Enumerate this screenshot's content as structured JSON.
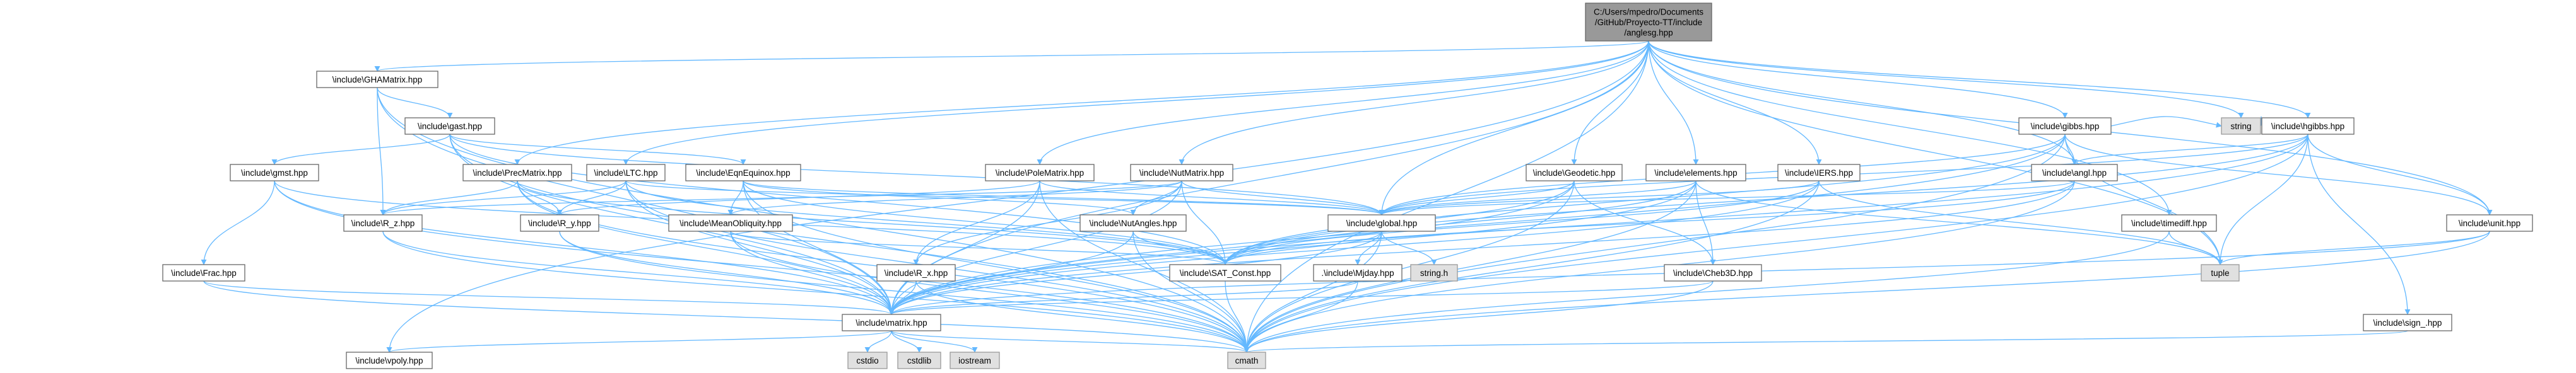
{
  "root": {
    "id": "root",
    "lines": [
      "C:/Users/mpedro/Documents",
      "/GitHub/Proyecto-TT/include",
      "/anglesg.hpp"
    ],
    "style": "root"
  },
  "nodes": [
    {
      "id": "GHAMatrix",
      "lines": [
        "\\include\\GHAMatrix.hpp"
      ]
    },
    {
      "id": "gast",
      "lines": [
        "\\include\\gast.hpp"
      ]
    },
    {
      "id": "gmst",
      "lines": [
        "\\include\\gmst.hpp"
      ]
    },
    {
      "id": "Frac",
      "lines": [
        "\\include\\Frac.hpp"
      ]
    },
    {
      "id": "Rz",
      "lines": [
        "\\include\\R_z.hpp"
      ]
    },
    {
      "id": "PrecMatrix",
      "lines": [
        "\\include\\PrecMatrix.hpp"
      ]
    },
    {
      "id": "Ry",
      "lines": [
        "\\include\\R_y.hpp"
      ]
    },
    {
      "id": "LTC",
      "lines": [
        "\\include\\LTC.hpp"
      ]
    },
    {
      "id": "EqnEquinox",
      "lines": [
        "\\include\\EqnEquinox.hpp"
      ]
    },
    {
      "id": "MeanObliquity",
      "lines": [
        "\\include\\MeanObliquity.hpp"
      ]
    },
    {
      "id": "PoleMatrix",
      "lines": [
        "\\include\\PoleMatrix.hpp"
      ]
    },
    {
      "id": "Rx",
      "lines": [
        "\\include\\R_x.hpp"
      ]
    },
    {
      "id": "NutMatrix",
      "lines": [
        "\\include\\NutMatrix.hpp"
      ]
    },
    {
      "id": "NutAngles",
      "lines": [
        "\\include\\NutAngles.hpp"
      ]
    },
    {
      "id": "global",
      "lines": [
        "\\include\\global.hpp"
      ]
    },
    {
      "id": "stringh",
      "lines": [
        "string.h"
      ],
      "style": "sys"
    },
    {
      "id": "SAT",
      "lines": [
        "\\include\\SAT_Const.hpp"
      ]
    },
    {
      "id": "Mjday",
      "lines": [
        ".\\include\\Mjday.hpp"
      ]
    },
    {
      "id": "Geodetic",
      "lines": [
        "\\include\\Geodetic.hpp"
      ]
    },
    {
      "id": "elements",
      "lines": [
        "\\include\\elements.hpp"
      ]
    },
    {
      "id": "Cheb3D",
      "lines": [
        "\\include\\Cheb3D.hpp"
      ]
    },
    {
      "id": "IERS",
      "lines": [
        "\\include\\IERS.hpp"
      ]
    },
    {
      "id": "timediff",
      "lines": [
        "\\include\\timediff.hpp"
      ]
    },
    {
      "id": "gibbs",
      "lines": [
        "\\include\\gibbs.hpp"
      ]
    },
    {
      "id": "angl",
      "lines": [
        "\\include\\angl.hpp"
      ]
    },
    {
      "id": "string",
      "lines": [
        "string"
      ],
      "style": "sys"
    },
    {
      "id": "hgibbs",
      "lines": [
        "\\include\\hgibbs.hpp"
      ]
    },
    {
      "id": "unit",
      "lines": [
        "\\include\\unit.hpp"
      ]
    },
    {
      "id": "tuple",
      "lines": [
        "tuple"
      ],
      "style": "sys"
    },
    {
      "id": "sign",
      "lines": [
        "\\include\\sign_.hpp"
      ]
    },
    {
      "id": "matrix",
      "lines": [
        "\\include\\matrix.hpp"
      ]
    },
    {
      "id": "vpoly",
      "lines": [
        "\\include\\vpoly.hpp"
      ]
    },
    {
      "id": "cstdio",
      "lines": [
        "cstdio"
      ],
      "style": "sys"
    },
    {
      "id": "cstdlib",
      "lines": [
        "cstdlib"
      ],
      "style": "sys"
    },
    {
      "id": "iostream",
      "lines": [
        "iostream"
      ],
      "style": "sys"
    },
    {
      "id": "cmath",
      "lines": [
        "cmath"
      ],
      "style": "sys"
    }
  ],
  "edges": [
    [
      "root",
      "GHAMatrix"
    ],
    [
      "root",
      "PrecMatrix"
    ],
    [
      "root",
      "LTC"
    ],
    [
      "root",
      "PoleMatrix"
    ],
    [
      "root",
      "NutMatrix"
    ],
    [
      "root",
      "global"
    ],
    [
      "root",
      "Geodetic"
    ],
    [
      "root",
      "elements"
    ],
    [
      "root",
      "IERS"
    ],
    [
      "root",
      "timediff"
    ],
    [
      "root",
      "gibbs"
    ],
    [
      "root",
      "hgibbs"
    ],
    [
      "root",
      "angl"
    ],
    [
      "root",
      "string"
    ],
    [
      "root",
      "unit"
    ],
    [
      "root",
      "matrix"
    ],
    [
      "root",
      "cmath"
    ],
    [
      "root",
      "vpoly"
    ],
    [
      "root",
      "tuple"
    ],
    [
      "GHAMatrix",
      "gast"
    ],
    [
      "GHAMatrix",
      "Rz"
    ],
    [
      "GHAMatrix",
      "matrix"
    ],
    [
      "GHAMatrix",
      "cmath"
    ],
    [
      "gast",
      "gmst"
    ],
    [
      "gast",
      "EqnEquinox"
    ],
    [
      "gast",
      "SAT"
    ],
    [
      "gast",
      "global"
    ],
    [
      "gast",
      "matrix"
    ],
    [
      "gast",
      "cmath"
    ],
    [
      "gmst",
      "Frac"
    ],
    [
      "gmst",
      "SAT"
    ],
    [
      "gmst",
      "matrix"
    ],
    [
      "gmst",
      "cmath"
    ],
    [
      "Frac",
      "matrix"
    ],
    [
      "Frac",
      "cmath"
    ],
    [
      "Rz",
      "matrix"
    ],
    [
      "Rz",
      "cmath"
    ],
    [
      "PrecMatrix",
      "Rz"
    ],
    [
      "PrecMatrix",
      "Ry"
    ],
    [
      "PrecMatrix",
      "SAT"
    ],
    [
      "PrecMatrix",
      "matrix"
    ],
    [
      "PrecMatrix",
      "cmath"
    ],
    [
      "Ry",
      "matrix"
    ],
    [
      "Ry",
      "cmath"
    ],
    [
      "LTC",
      "Ry"
    ],
    [
      "LTC",
      "Rz"
    ],
    [
      "LTC",
      "SAT"
    ],
    [
      "LTC",
      "global"
    ],
    [
      "LTC",
      "matrix"
    ],
    [
      "LTC",
      "cmath"
    ],
    [
      "EqnEquinox",
      "MeanObliquity"
    ],
    [
      "EqnEquinox",
      "NutAngles"
    ],
    [
      "EqnEquinox",
      "SAT"
    ],
    [
      "EqnEquinox",
      "global"
    ],
    [
      "EqnEquinox",
      "matrix"
    ],
    [
      "EqnEquinox",
      "cmath"
    ],
    [
      "MeanObliquity",
      "SAT"
    ],
    [
      "MeanObliquity",
      "matrix"
    ],
    [
      "MeanObliquity",
      "cmath"
    ],
    [
      "PoleMatrix",
      "Rx"
    ],
    [
      "PoleMatrix",
      "Ry"
    ],
    [
      "PoleMatrix",
      "global"
    ],
    [
      "PoleMatrix",
      "matrix"
    ],
    [
      "PoleMatrix",
      "cmath"
    ],
    [
      "Rx",
      "matrix"
    ],
    [
      "Rx",
      "cmath"
    ],
    [
      "NutMatrix",
      "Rx"
    ],
    [
      "NutMatrix",
      "Rz"
    ],
    [
      "NutMatrix",
      "NutAngles"
    ],
    [
      "NutMatrix",
      "MeanObliquity"
    ],
    [
      "NutMatrix",
      "SAT"
    ],
    [
      "NutMatrix",
      "global"
    ],
    [
      "NutMatrix",
      "matrix"
    ],
    [
      "NutAngles",
      "SAT"
    ],
    [
      "NutAngles",
      "matrix"
    ],
    [
      "NutAngles",
      "cmath"
    ],
    [
      "global",
      "stringh"
    ],
    [
      "global",
      "SAT"
    ],
    [
      "global",
      "Mjday"
    ],
    [
      "global",
      "matrix"
    ],
    [
      "global",
      "cmath"
    ],
    [
      "SAT",
      "cmath"
    ],
    [
      "Mjday",
      "matrix"
    ],
    [
      "Mjday",
      "cmath"
    ],
    [
      "Geodetic",
      "global"
    ],
    [
      "Geodetic",
      "SAT"
    ],
    [
      "Geodetic",
      "matrix"
    ],
    [
      "Geodetic",
      "cmath"
    ],
    [
      "Geodetic",
      "Cheb3D"
    ],
    [
      "elements",
      "global"
    ],
    [
      "elements",
      "SAT"
    ],
    [
      "elements",
      "matrix"
    ],
    [
      "elements",
      "cmath"
    ],
    [
      "elements",
      "Cheb3D"
    ],
    [
      "elements",
      "tuple"
    ],
    [
      "Cheb3D",
      "matrix"
    ],
    [
      "Cheb3D",
      "cmath"
    ],
    [
      "IERS",
      "global"
    ],
    [
      "IERS",
      "SAT"
    ],
    [
      "IERS",
      "matrix"
    ],
    [
      "IERS",
      "cmath"
    ],
    [
      "IERS",
      "tuple"
    ],
    [
      "timediff",
      "tuple"
    ],
    [
      "timediff",
      "cmath"
    ],
    [
      "gibbs",
      "angl"
    ],
    [
      "gibbs",
      "unit"
    ],
    [
      "gibbs",
      "global"
    ],
    [
      "gibbs",
      "SAT"
    ],
    [
      "gibbs",
      "matrix"
    ],
    [
      "gibbs",
      "cmath"
    ],
    [
      "gibbs",
      "string"
    ],
    [
      "gibbs",
      "tuple"
    ],
    [
      "angl",
      "global"
    ],
    [
      "angl",
      "SAT"
    ],
    [
      "angl",
      "matrix"
    ],
    [
      "angl",
      "cmath"
    ],
    [
      "hgibbs",
      "angl"
    ],
    [
      "hgibbs",
      "unit"
    ],
    [
      "hgibbs",
      "global"
    ],
    [
      "hgibbs",
      "SAT"
    ],
    [
      "hgibbs",
      "matrix"
    ],
    [
      "hgibbs",
      "cmath"
    ],
    [
      "hgibbs",
      "string"
    ],
    [
      "hgibbs",
      "tuple"
    ],
    [
      "hgibbs",
      "sign"
    ],
    [
      "unit",
      "matrix"
    ],
    [
      "unit",
      "cmath"
    ],
    [
      "unit",
      "tuple"
    ],
    [
      "sign",
      "cmath"
    ],
    [
      "matrix",
      "cstdio"
    ],
    [
      "matrix",
      "cstdlib"
    ],
    [
      "matrix",
      "iostream"
    ],
    [
      "matrix",
      "cmath"
    ],
    [
      "matrix",
      "vpoly"
    ]
  ]
}
